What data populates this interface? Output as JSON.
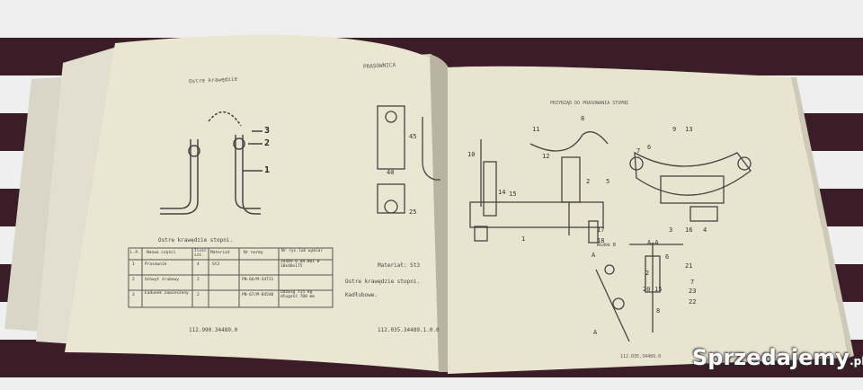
{
  "left_page": {
    "header_left": "Ostre krawędzie",
    "header_right": "PRASOWNICA",
    "parts_labels": [
      "3",
      "2",
      "1"
    ],
    "drawing_dims": [
      "40",
      "45",
      "25"
    ],
    "table": {
      "caption": "Ostre krawędzie stopni.",
      "headers": [
        "L.P.",
        "Nazwa części",
        "Ilość szt.",
        "Materiał",
        "Nr normy",
        "Nr rys.lub wymiar"
      ],
      "rows": [
        [
          "1",
          "Prasownik",
          "4",
          "St3",
          "",
          "34489.0.00.001 ø 10x40x175"
        ],
        [
          "2",
          "Uchwyt śrubowy",
          "2",
          "",
          "PN-66/M-34711",
          ""
        ],
        [
          "3",
          "Ładunek zawieszony",
          "2",
          "",
          "PN-67/M-84540",
          "Udźwig 715 kg długość 700 mm"
        ]
      ]
    },
    "material_note": "Materiał: St3",
    "note_line1": "Ostre krawędzie stopni.",
    "note_line2": "Kadłubowe.",
    "footer_left": "112.990.34489.0",
    "footer_right": "112.035.34489.1.0.0"
  },
  "right_page": {
    "header": "PRZYRZĄD DO PRASOWANIA STOPNI",
    "callouts": [
      "8",
      "9",
      "11",
      "12",
      "10",
      "14",
      "15",
      "1",
      "17",
      "18",
      "2",
      "5",
      "3",
      "16",
      "4",
      "6",
      "7",
      "13"
    ],
    "detail_b": "Widok B",
    "section_aa": "A–A",
    "section_labels": [
      "A",
      "A",
      "21",
      "20",
      "15",
      "7",
      "23",
      "22",
      "8",
      "2",
      "6"
    ],
    "footer": "112.035.34489.0"
  },
  "watermark": "Sprzedajemy",
  "watermark_tld": ".pl"
}
